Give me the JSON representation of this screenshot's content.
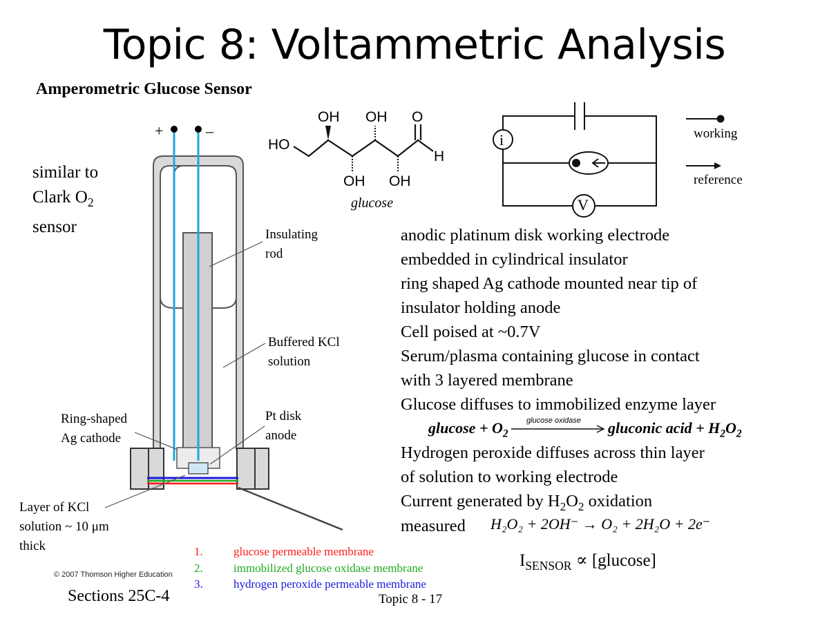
{
  "title": "Topic 8: Voltammetric Analysis",
  "subtitle": "Amperometric Glucose Sensor",
  "side_note": [
    "similar to",
    "Clark O",
    "2",
    "sensor"
  ],
  "sensor_labels": {
    "plus": "+",
    "minus": "–",
    "insulating_rod": [
      "Insulating",
      "rod"
    ],
    "buffered_kcl": [
      "Buffered KCl",
      "solution"
    ],
    "pt_disk": [
      "Pt disk",
      "anode"
    ],
    "ring_cathode": [
      "Ring-shaped",
      "Ag cathode"
    ],
    "kcl_layer": [
      "Layer of KCl",
      "solution ~ 10 μm",
      "thick"
    ]
  },
  "molecule": {
    "oh_top_1": "OH",
    "oh_top_2": "OH",
    "o_top": "O",
    "ho_left": "HO",
    "h_right": "H",
    "oh_bottom_1": "OH",
    "oh_bottom_2": "OH",
    "caption": "glucose"
  },
  "circuit": {
    "current_symbol": "i",
    "voltmeter_symbol": "V",
    "legend_working": "working",
    "legend_reference": "reference"
  },
  "body_lines": [
    "anodic platinum disk working electrode",
    "embedded in cylindrical insulator",
    "ring shaped Ag cathode mounted near tip of",
    "insulator holding anode",
    "Cell poised at ~0.7V",
    "Serum/plasma containing glucose in contact",
    "with 3 layered membrane",
    "Glucose diffuses to immobilized enzyme layer"
  ],
  "reaction1": {
    "left": "glucose + O",
    "left_sub": "2",
    "catalyst": "glucose oxidase",
    "right": "gluconic acid + H",
    "right_sub1": "2",
    "right_mid": "O",
    "right_sub2": "2"
  },
  "body_lines_2": [
    "Hydrogen peroxide diffuses across thin layer",
    "of solution to working electrode"
  ],
  "current_line": {
    "pre": "Current generated by H",
    "sub1": "2",
    "mid": "O",
    "sub2": "2",
    "post": " oxidation"
  },
  "measured_word": "measured",
  "reaction2": "H₂O₂ + 2OH⁻ → O₂ + 2H₂O + 2e⁻",
  "proportionality": {
    "i": "I",
    "sub": "SENSOR",
    "rest": " ∝ [glucose]"
  },
  "membranes": [
    {
      "num": "1.",
      "label": "glucose permeable membrane",
      "color": "#ff1a1a"
    },
    {
      "num": "2.",
      "label": "immobilized glucose oxidase membrane",
      "color": "#1faa1f"
    },
    {
      "num": "3.",
      "label": "hydrogen peroxide permeable membrane",
      "color": "#1a1adf"
    }
  ],
  "copyright": "© 2007 Thomson Higher Education",
  "sections": "Sections 25C-4",
  "page_number": "Topic 8 - 17",
  "colors": {
    "wire": "#1aa7e0",
    "body_gray": "#d9d9d9",
    "outline": "#555555",
    "membrane_red": "#ff1a1a",
    "membrane_green": "#1faa1f",
    "membrane_blue": "#1a1adf"
  }
}
